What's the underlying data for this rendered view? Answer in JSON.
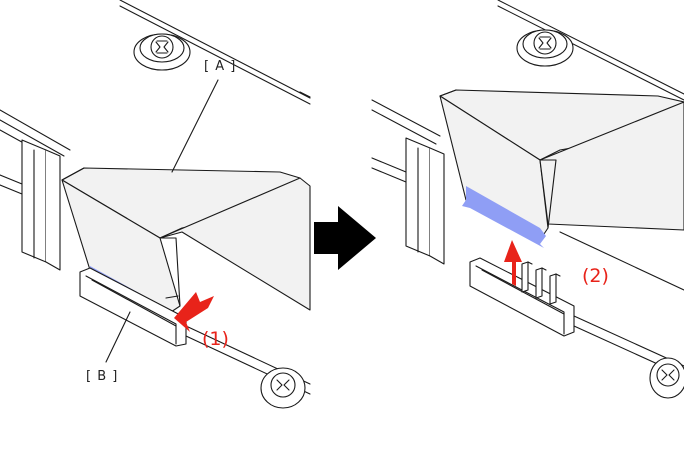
{
  "labels": {
    "part_a": "[ A ]",
    "part_b": "[ B ]",
    "step_1": "(1)",
    "step_2": "(2)"
  },
  "icons": {
    "direction": "right-arrow-icon",
    "screw": "screw-icon"
  },
  "colors": {
    "cable_contact": "#8f9ef5",
    "action_arrow": "#e8231a",
    "step_text": "#e8231a",
    "transition_arrow": "#000000",
    "line": "#1a1a1a",
    "cable_fill": "#f2f2f2"
  }
}
